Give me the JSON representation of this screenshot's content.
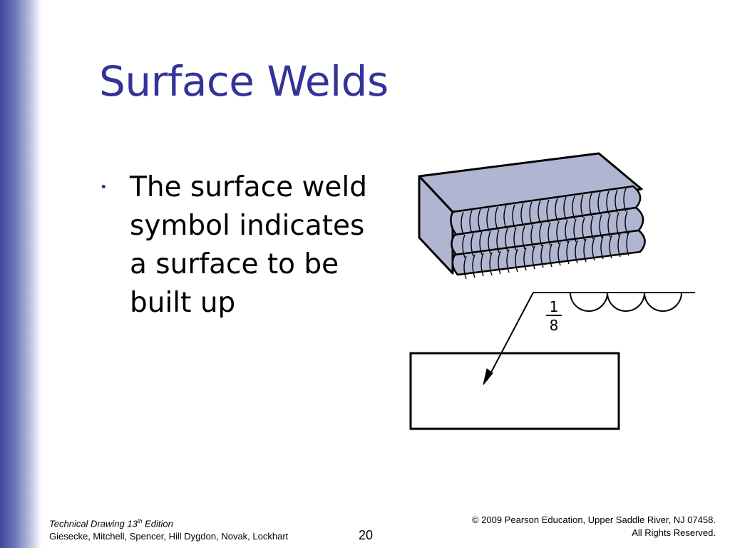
{
  "slide": {
    "title": "Surface Welds",
    "bullets": [
      {
        "text": "The surface weld symbol indicates a surface to be built up"
      }
    ],
    "bullet_glyph": "•"
  },
  "figure": {
    "weld_size_numerator": "1",
    "weld_size_denominator": "8"
  },
  "footer": {
    "book_title_prefix": "Technical Drawing  13",
    "book_title_sup": "th",
    "book_title_suffix": " Edition",
    "authors": "Giesecke, Mitchell, Spencer, Hill Dygdon, Novak, Lockhart",
    "page_number": "20",
    "copyright_line1": "© 2009 Pearson Education, Upper Saddle River, NJ 07458.",
    "copyright_line2": "All Rights Reserved."
  },
  "colors": {
    "title": "#333399",
    "sidebar_dark": "#3d4a99",
    "block_fill": "#b0b5d1"
  }
}
